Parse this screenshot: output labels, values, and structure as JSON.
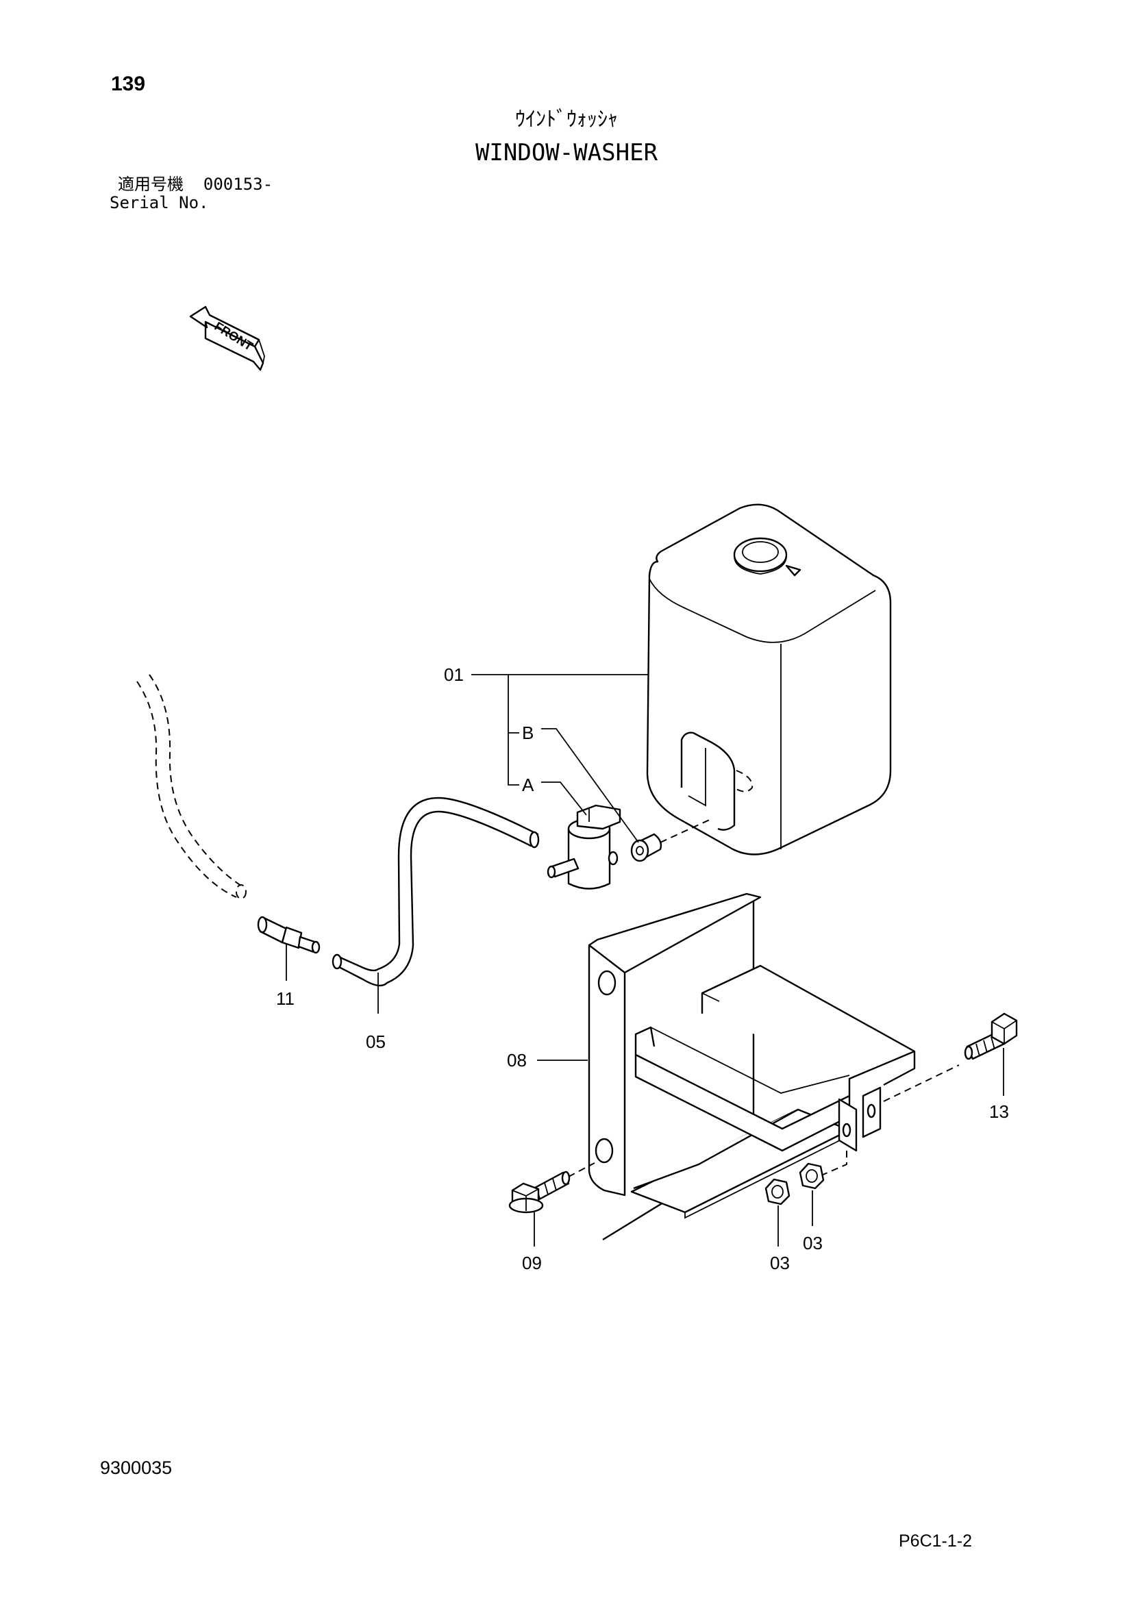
{
  "header": {
    "page_number": "139",
    "title_jp": "ｳｲﾝﾄﾞｳｫｯｼｬ",
    "title_en": "WINDOW-WASHER",
    "serial_label_jp": "適用号機",
    "serial_value": "000153-",
    "serial_label_en": "Serial No."
  },
  "front_indicator": "FRONT",
  "callouts": {
    "p01": "01",
    "pA": "A",
    "pB": "B",
    "p05": "05",
    "p11": "11",
    "p08": "08",
    "p13": "13",
    "p09": "09",
    "p03a": "03",
    "p03b": "03"
  },
  "footer": {
    "doc_code": "9300035",
    "page_ref": "P6C1-1-2"
  }
}
